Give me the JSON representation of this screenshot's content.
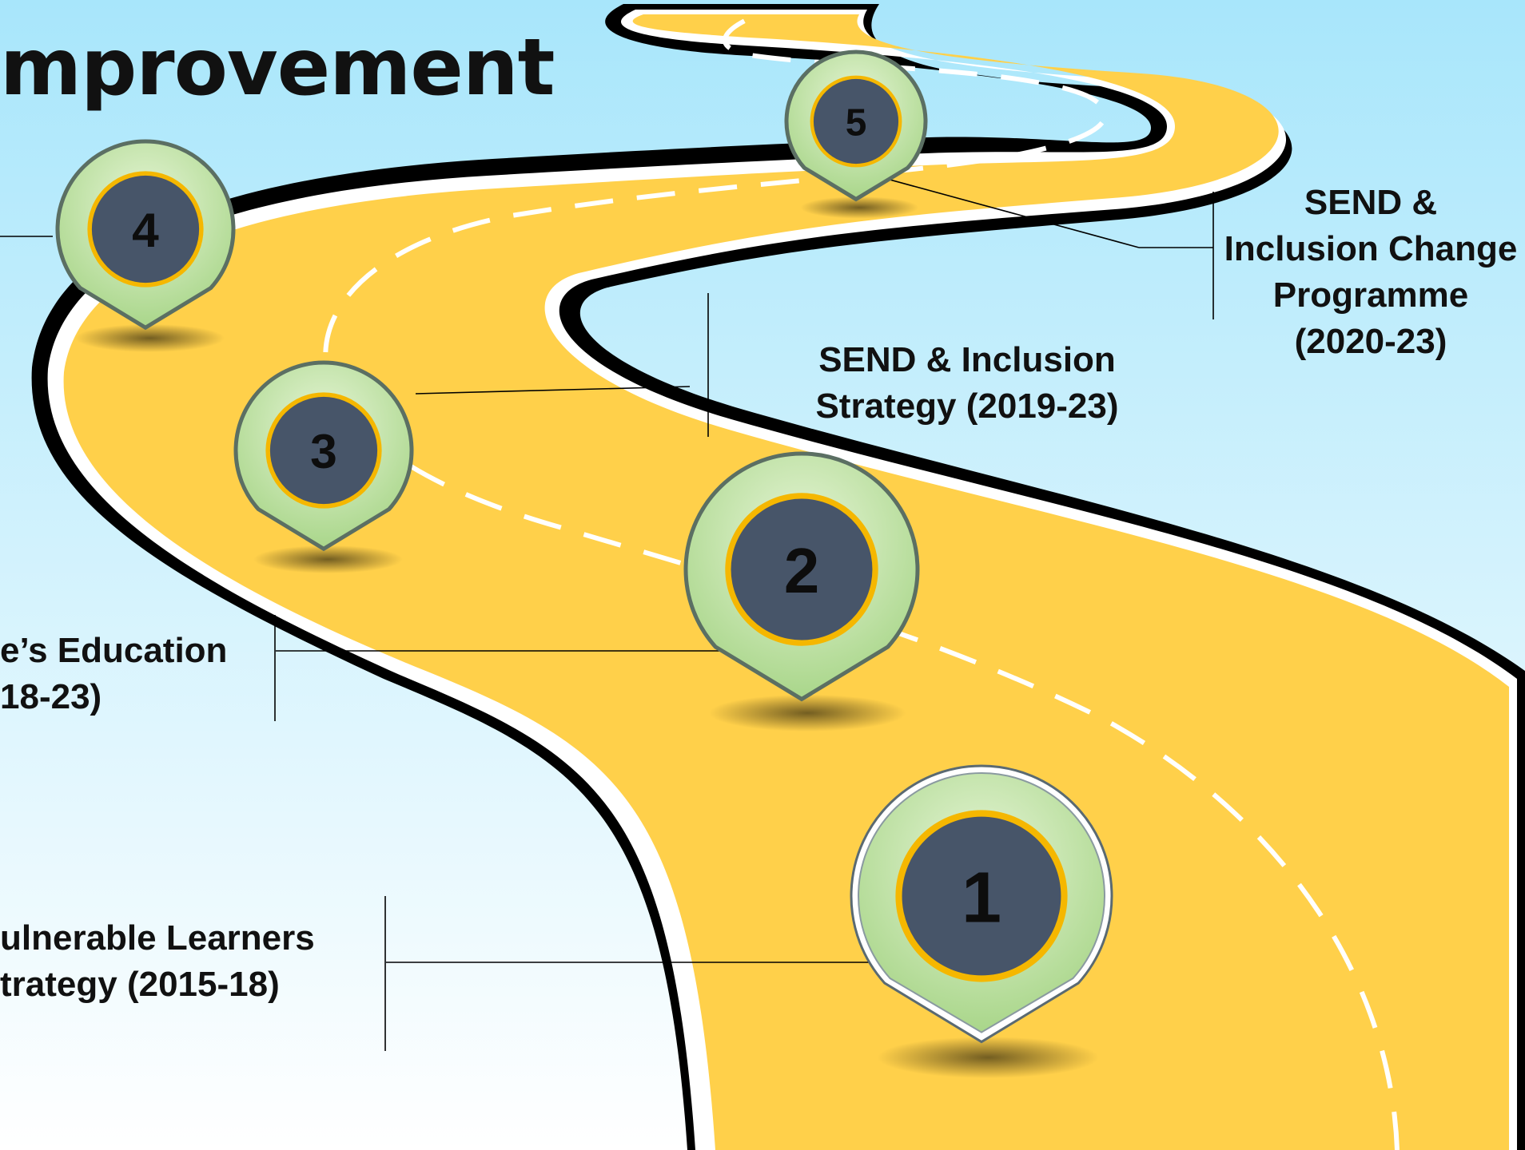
{
  "title": "mprovement",
  "milestones": [
    {
      "number": "1",
      "label_lines": [
        "ulnerable Learners",
        "trategy (2015-18)"
      ]
    },
    {
      "number": "2",
      "label_lines": [
        "e’s Education",
        "18-23)"
      ]
    },
    {
      "number": "3",
      "label_lines": [
        "SEND & Inclusion",
        "Strategy (2019-23)"
      ]
    },
    {
      "number": "4",
      "label_lines": []
    },
    {
      "number": "5",
      "label_lines": [
        "SEND &",
        "Inclusion Change",
        "Programme",
        "(2020-23)"
      ]
    }
  ],
  "colors": {
    "sky_top": "#a8e6fb",
    "sky_bottom": "#ffffff",
    "road": "#ffd04a",
    "road_edge": "#000000",
    "pin_green": "#b8dc98",
    "pin_center": "#475569",
    "pin_ring": "#f5b700"
  }
}
